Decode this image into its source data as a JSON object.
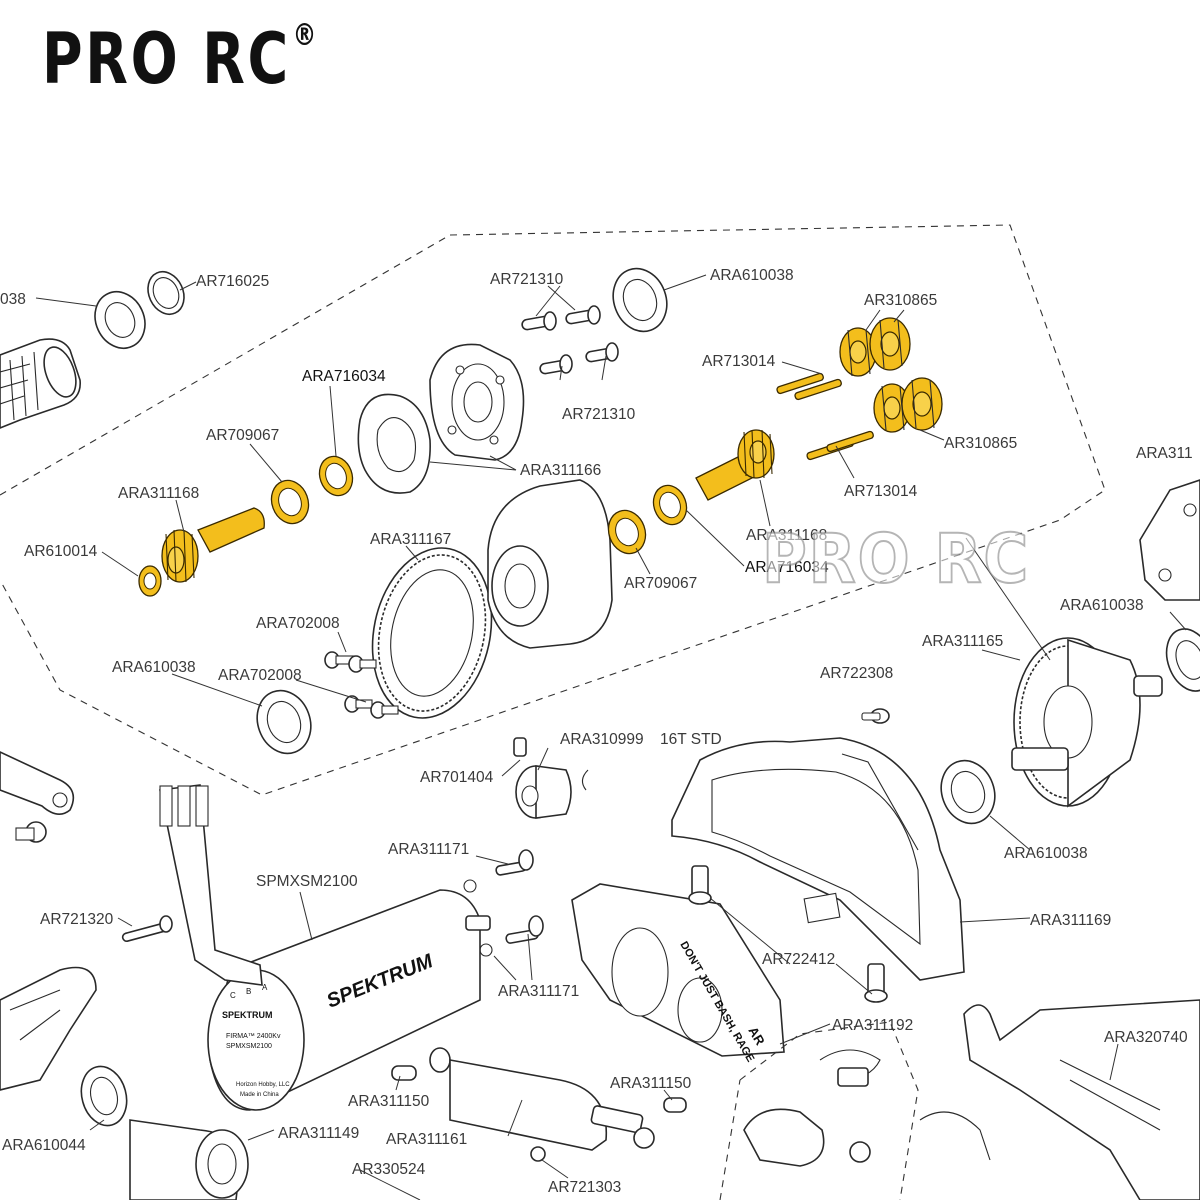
{
  "brand": {
    "name": "PRO RC",
    "mark": "®"
  },
  "watermark": "PRO RC",
  "colors": {
    "highlight": "#f3be1c",
    "line": "#2a2a2a",
    "text": "#3a3a3a"
  },
  "labels": {
    "l_038_edge": "038",
    "ar716025": "AR716025",
    "ar721310_top": "AR721310",
    "ar721310_mid": "AR721310",
    "ara610038_top": "ARA610038",
    "ar310865_top": "AR310865",
    "ar713014_top": "AR713014",
    "ara716034_left": "ARA716034",
    "ar709067_left": "AR709067",
    "ara311166": "ARA311166",
    "ar310865_mid": "AR310865",
    "ara311_edge": "ARA311",
    "ara311168_left": "ARA311168",
    "ar713014_mid": "AR713014",
    "ara311167": "ARA311167",
    "ar610014": "AR610014",
    "ara311168_right": "ARA311168",
    "ara716034_right": "ARA716034",
    "ar709067_right": "AR709067",
    "ara610038_right": "ARA610038",
    "ara702008_a": "ARA702008",
    "ara311165": "ARA311165",
    "ara610038_left": "ARA610038",
    "ara702008_b": "ARA702008",
    "ar722308": "AR722308",
    "ara310999": "ARA310999",
    "std16t": "16T STD",
    "ar701404": "AR701404",
    "ara610038_lower": "ARA610038",
    "ara311171_a": "ARA311171",
    "spmxsm2100": "SPMXSM2100",
    "ar721320": "AR721320",
    "ara311169": "ARA311169",
    "ar722412": "AR722412",
    "ara311171_b": "ARA311171",
    "ara311192": "ARA311192",
    "ara320740": "ARA320740",
    "ara311150_a": "ARA311150",
    "ara311150_b": "ARA311150",
    "ara610044": "ARA610044",
    "ara311149": "ARA311149",
    "ara311161": "ARA311161",
    "ar330524": "AR330524",
    "ar721303": "AR721303"
  },
  "motor_text": {
    "brand": "SPEKTRUM",
    "endcap_brand": "SPEKTRUM",
    "phase_c": "C",
    "phase_b": "B",
    "phase_a": "A",
    "model": "FIRMA™ 2400Kv",
    "part": "SPMXSM2100",
    "maker": "Horizon Hobby, LLC",
    "origin": "Made in China"
  },
  "plate_text": {
    "line1": "DON'T JUST BASH, RAGE",
    "logo": "AR"
  }
}
